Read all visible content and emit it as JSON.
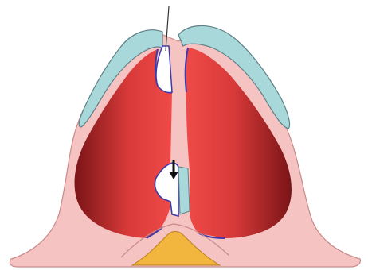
{
  "diagram": {
    "labels": [],
    "colors": {
      "background": "#ffffff",
      "outer_tissue": "#f6c3c3",
      "outer_tissue_stroke": "#c98a8a",
      "cap_layer": "#a9d8da",
      "cap_stroke": "#5e7f86",
      "muscle_light": "#ef4a48",
      "muscle_dark": "#7a1417",
      "cavity_fill": "#ffffff",
      "cavity_outline": "#3e3aa8",
      "base_fill": "#f2b53d",
      "base_stroke": "#b8801c",
      "arrow": "#111111"
    },
    "regions": [
      "outer-tissue",
      "left-muscle-lobe",
      "right-muscle-lobe",
      "top-cap-layer",
      "central-cavity",
      "base-deposit"
    ],
    "markers": [
      "top-probe-line",
      "center-down-arrow"
    ]
  }
}
